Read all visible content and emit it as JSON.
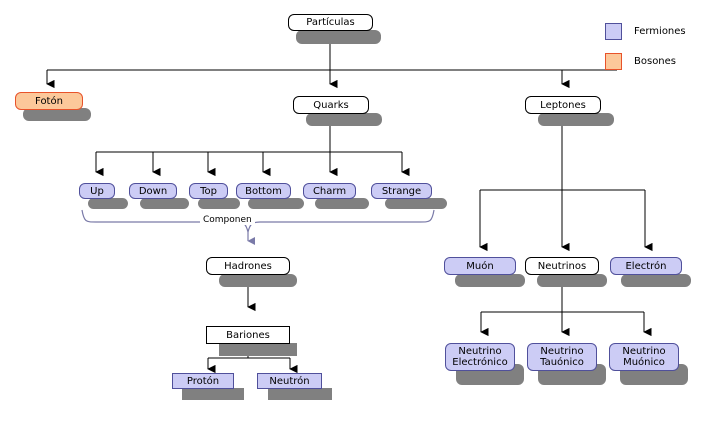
{
  "diagram": {
    "title_node": "Partículas",
    "legend": {
      "items": [
        {
          "label": "Fermiones",
          "color": "#ccccf5",
          "border": "#50509b",
          "swatch": "fermiones-swatch"
        },
        {
          "label": "Bosones",
          "color": "#fcc89a",
          "border": "#e8532a",
          "swatch": "bosones-swatch"
        }
      ]
    },
    "annotations": {
      "componen": "Componen"
    },
    "nodes": {
      "particulas": "Partículas",
      "foton": "Fotón",
      "quarks": "Quarks",
      "leptones": "Leptones",
      "up": "Up",
      "down": "Down",
      "top": "Top",
      "bottom": "Bottom",
      "charm": "Charm",
      "strange": "Strange",
      "hadrones": "Hadrones",
      "bariones": "Bariones",
      "proton": "Protón",
      "neutron": "Neutrón",
      "muon": "Muón",
      "neutrinos": "Neutrinos",
      "electron": "Electrón",
      "neutrino_electronico": "Neutrino\nElectrónico",
      "neutrino_tauonico": "Neutrino\nTauónico",
      "neutrino_muonico": "Neutrino\nMuónico"
    },
    "colors": {
      "fermion_fill": "#ccccf5",
      "fermion_border": "#50509b",
      "boson_fill": "#fcc89a",
      "boson_border": "#e8532a",
      "neutral_fill": "#ffffff",
      "neutral_border": "#000000",
      "shadow": "#808080",
      "edge": "#000000",
      "brace": "#7a7aa8",
      "background": "#ffffff"
    }
  }
}
